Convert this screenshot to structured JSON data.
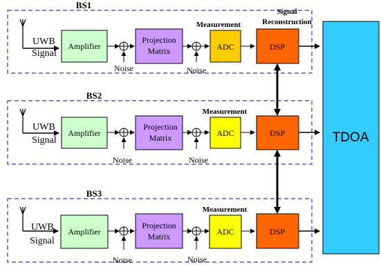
{
  "stations": [
    {
      "title": "BS1",
      "input_label_line1": "UWB",
      "input_label_line2": "Signal",
      "amplifier": "Amplifier",
      "projection_line1": "Projection",
      "projection_line2": "Matrix",
      "adc": "ADC",
      "dsp": "DSP",
      "noise1": "Noise",
      "noise2": "Noise",
      "measurement": "Measurement",
      "reconstruction_line1": "Signal",
      "reconstruction_line2": "Reconstruction"
    },
    {
      "title": "BS2",
      "input_label_line1": "UWB",
      "input_label_line2": "Signal",
      "amplifier": "Amplifier",
      "projection_line1": "Projection",
      "projection_line2": "Matrix",
      "adc": "ADC",
      "dsp": "DSP",
      "noise1": "Noise",
      "noise2": "Noise",
      "measurement": "Measurement"
    },
    {
      "title": "BS3",
      "input_label_line1": "UWB",
      "input_label_line2": "Signal",
      "amplifier": "Amplifier",
      "projection_line1": "Projection",
      "projection_line2": "Matrix",
      "adc": "ADC",
      "dsp": "DSP",
      "noise1": "Noise",
      "noise2": "Noise",
      "measurement": "Measurement"
    }
  ],
  "tdoa": {
    "label": "TDOA"
  },
  "colors": {
    "amplifier": "#ccffcc",
    "projection": "#cc99ff",
    "adc_bs1": "#ffcc00",
    "adc": "#ffff00",
    "dsp": "#ff6600",
    "tdoa": "#33ccff",
    "frame": "#3333cc"
  }
}
